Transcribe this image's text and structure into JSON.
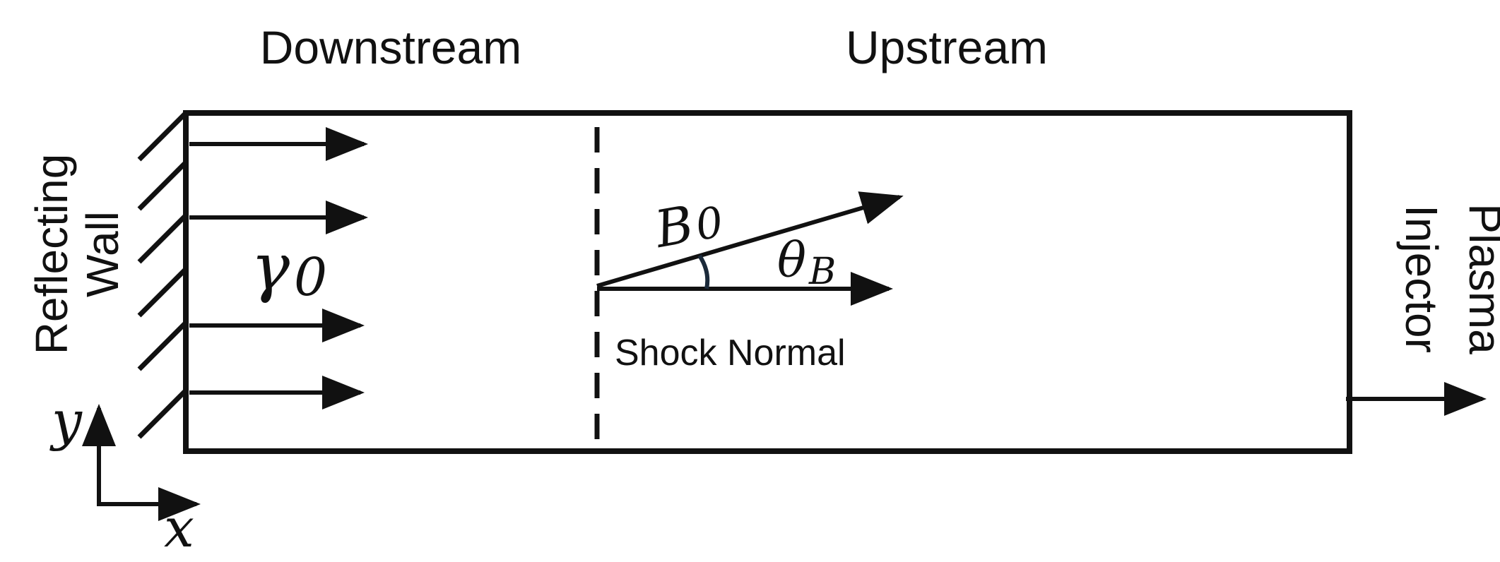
{
  "labels": {
    "downstream": "Downstream",
    "upstream": "Upstream",
    "reflecting": "Reflecting",
    "wall": "Wall",
    "plasma": "Plasma",
    "injector": "Injector",
    "shock_normal": "Shock Normal",
    "gamma_symbol": "γ",
    "gamma_subscript": "0",
    "b_symbol": "B",
    "b_subscript": "0",
    "theta_symbol": "θ",
    "theta_subscript": "B",
    "axis_x": "x",
    "axis_y": "y"
  },
  "colors": {
    "ink": "#111111",
    "angle_arc": "#1b2a3a",
    "background": "#ffffff"
  }
}
